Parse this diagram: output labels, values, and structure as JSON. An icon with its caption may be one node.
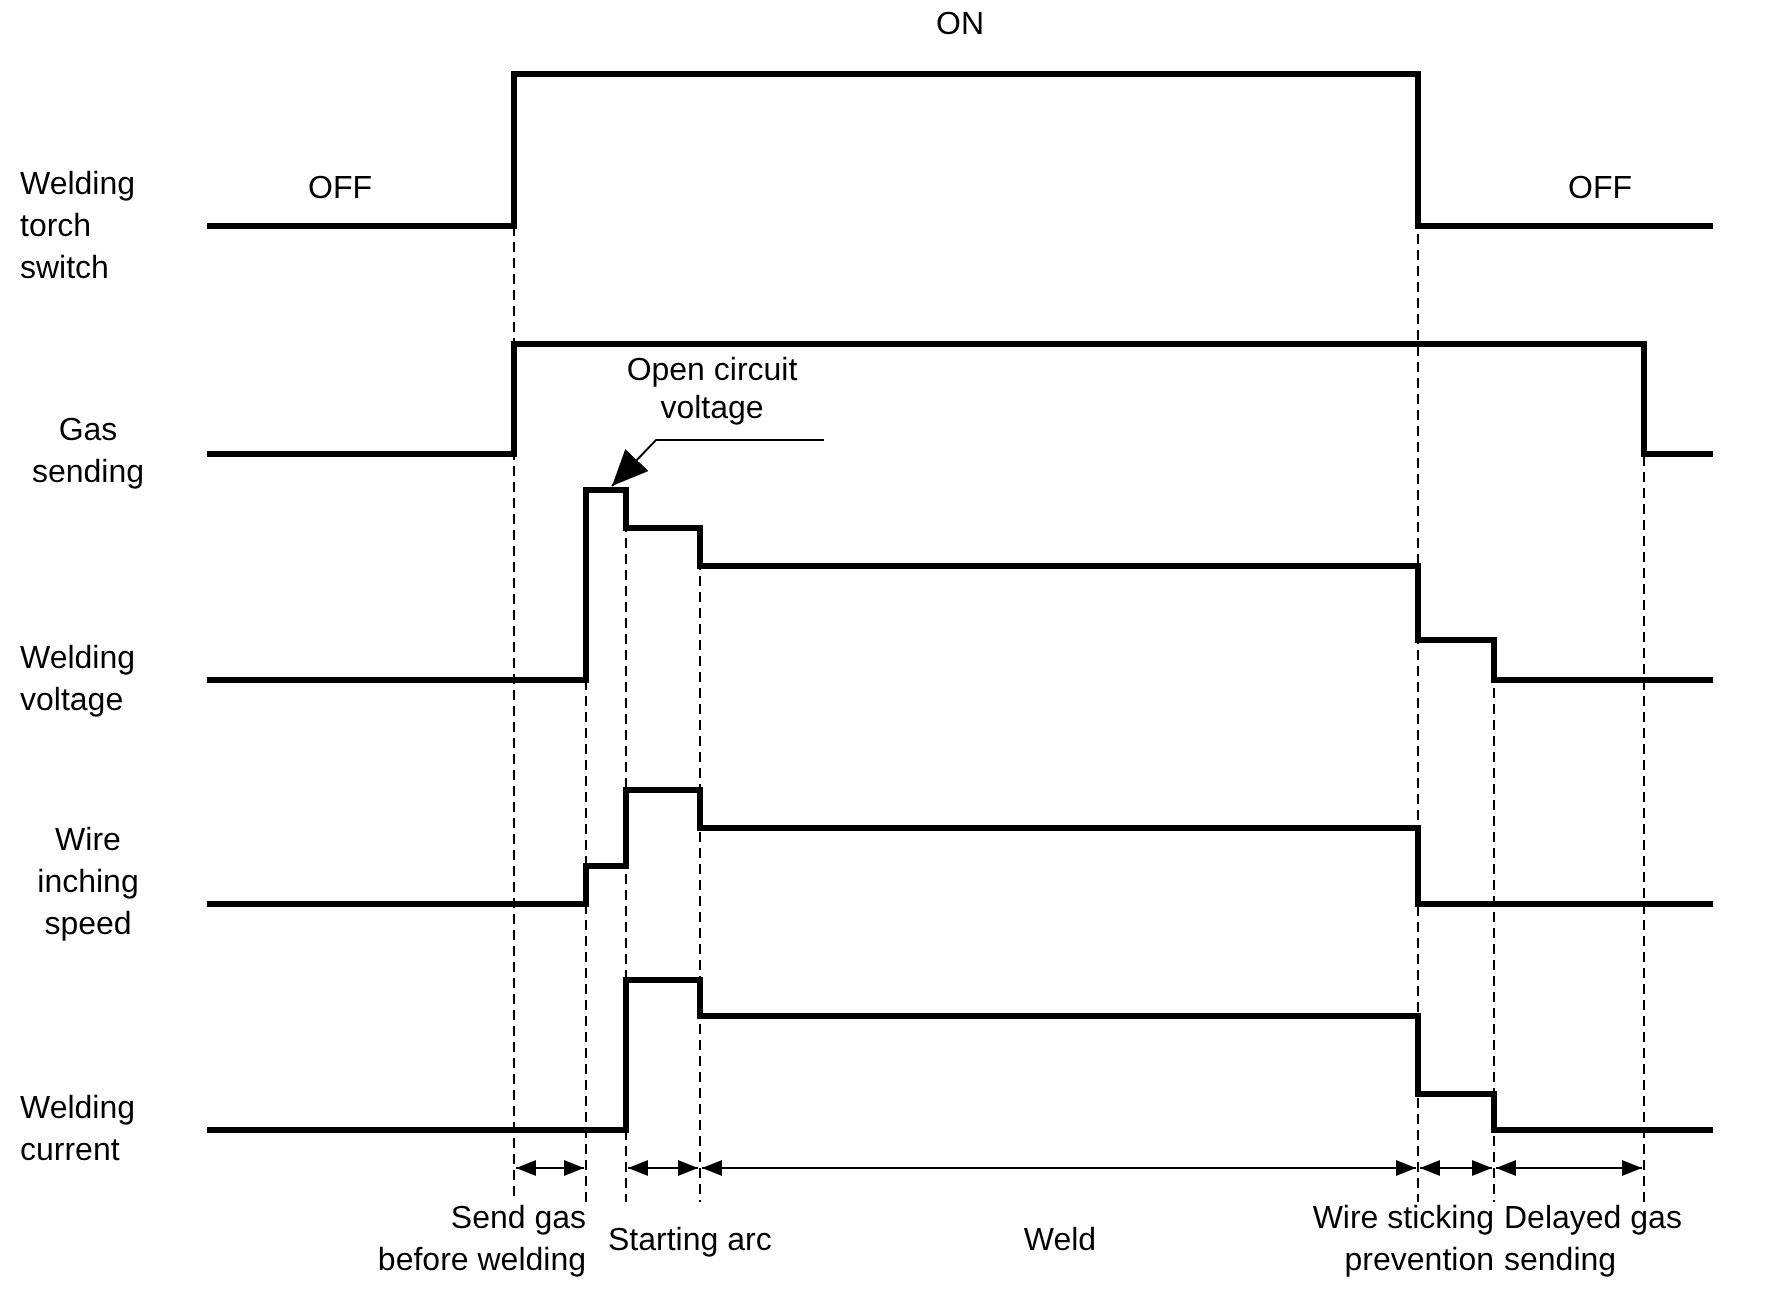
{
  "diagram": {
    "nodes": [
      {
        "text": [
          "Open circuit voltage"
        ]
      },
      {
        "text": [],
        "shape": "bar"
      }
    ],
    "edges": [
      {
        "from": 0,
        "to": 1,
        "arrow": "to"
      }
    ],
    "labels": [
      "ON",
      "Welding torch switch",
      "OFF",
      "OFF",
      "Gas sending",
      "Welding voltage",
      "Wire inching speed",
      "Welding current",
      "Send gas before welding",
      "Starting arc",
      "Weld",
      "Wire sticking prevention",
      "Delayed gas sending"
    ]
  }
}
